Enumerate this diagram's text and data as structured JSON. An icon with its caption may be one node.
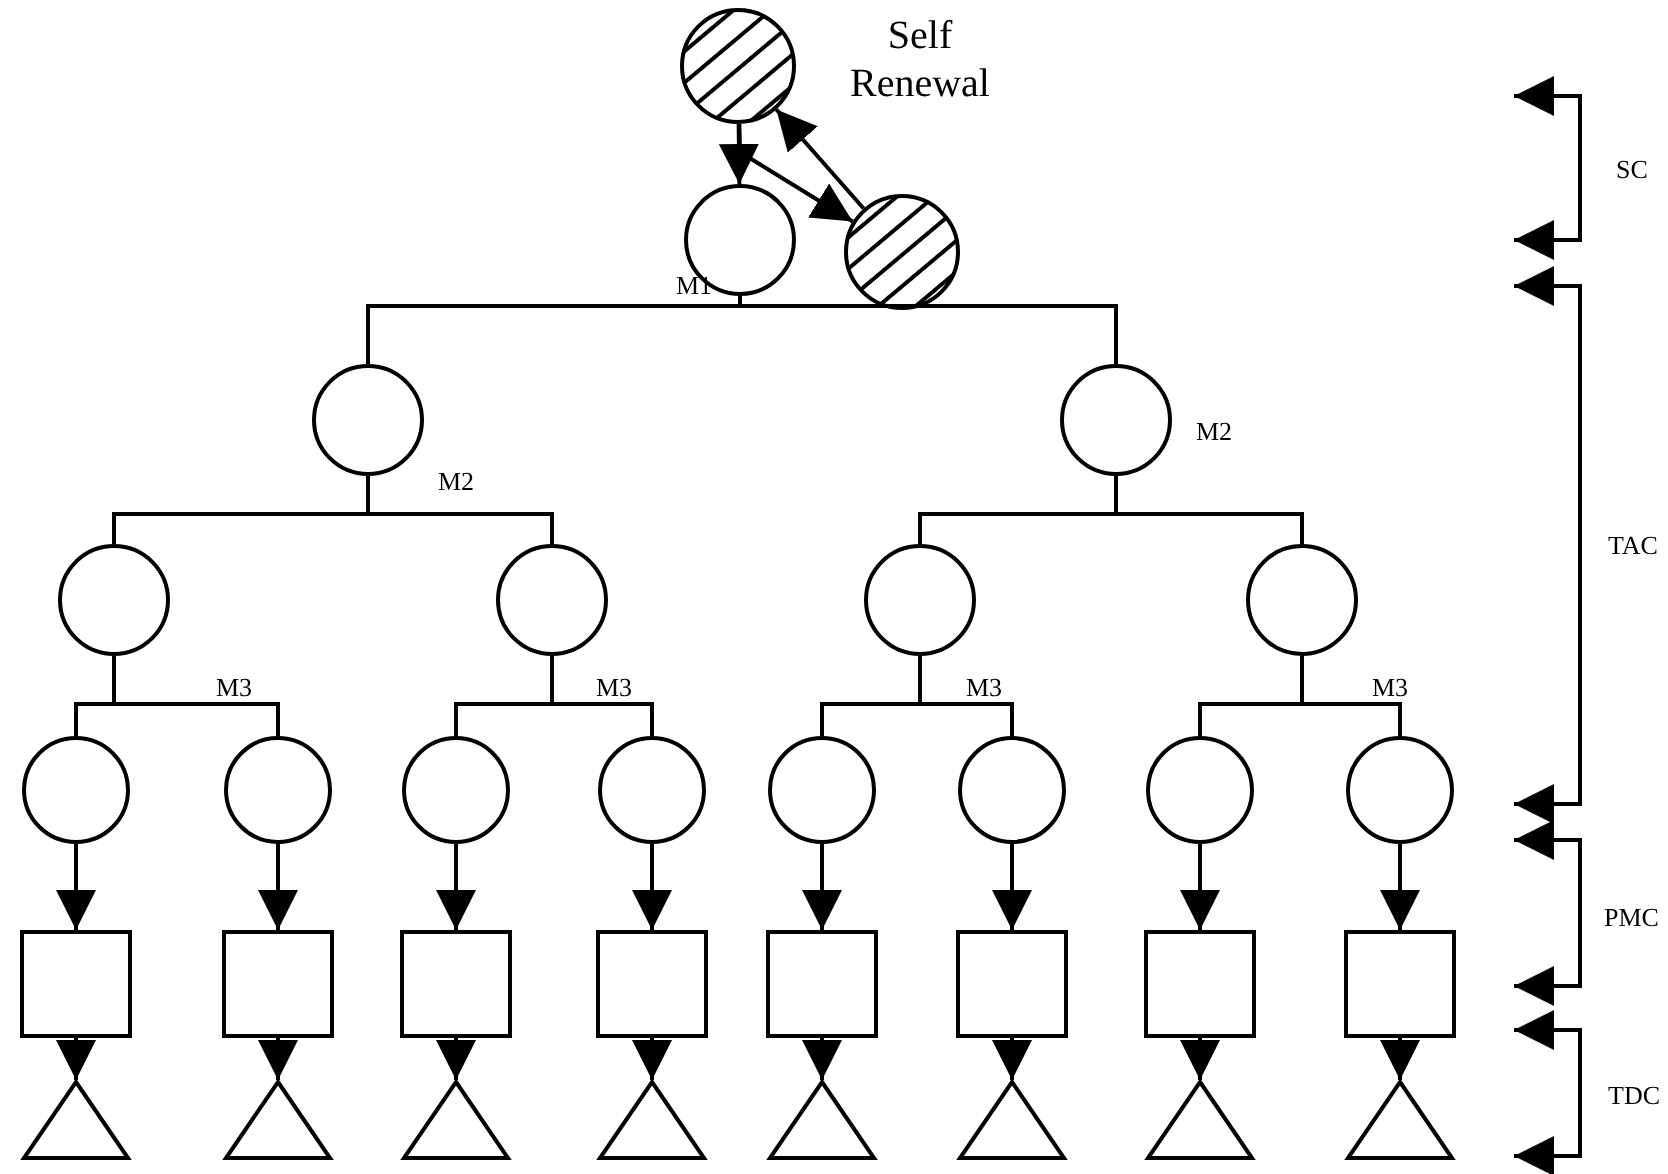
{
  "diagram": {
    "nodes": [
      {
        "text": [],
        "shape": "circle"
      },
      {
        "text": [],
        "shape": "circle"
      },
      {
        "text": [],
        "shape": "circle"
      },
      {
        "text": [],
        "shape": "circle"
      },
      {
        "text": [],
        "shape": "circle"
      },
      {
        "text": [],
        "shape": "circle"
      },
      {
        "text": [],
        "shape": "circle"
      },
      {
        "text": [],
        "shape": "circle"
      },
      {
        "text": [],
        "shape": "circle"
      },
      {
        "text": [],
        "shape": "circle"
      },
      {
        "text": [],
        "shape": "circle"
      },
      {
        "text": [],
        "shape": "circle"
      },
      {
        "text": [],
        "shape": "circle"
      },
      {
        "text": [],
        "shape": "circle"
      },
      {
        "text": [],
        "shape": "circle"
      },
      {
        "text": [],
        "shape": "circle"
      },
      {
        "text": [],
        "shape": "circle"
      },
      {
        "text": [],
        "shape": "box"
      },
      {
        "text": [],
        "shape": "box"
      },
      {
        "text": [],
        "shape": "box"
      },
      {
        "text": [],
        "shape": "box"
      },
      {
        "text": [],
        "shape": "box"
      },
      {
        "text": [],
        "shape": "box"
      },
      {
        "text": [],
        "shape": "box"
      },
      {
        "text": [],
        "shape": "box"
      },
      {
        "text": [],
        "shape": "triangle"
      },
      {
        "text": [],
        "shape": "triangle"
      },
      {
        "text": [],
        "shape": "triangle"
      },
      {
        "text": [],
        "shape": "triangle"
      },
      {
        "text": [],
        "shape": "triangle"
      },
      {
        "text": [],
        "shape": "triangle"
      },
      {
        "text": [],
        "shape": "triangle"
      },
      {
        "text": [],
        "shape": "triangle"
      }
    ],
    "edges": [
      {
        "from": 0,
        "to": 2,
        "arrow": "to"
      },
      {
        "from": 0,
        "to": 1,
        "arrow": "to"
      },
      {
        "from": 1,
        "to": 0,
        "arrow": "to"
      },
      {
        "from": 2,
        "to": 3,
        "arrow": "none"
      },
      {
        "from": 2,
        "to": 4,
        "arrow": "none"
      },
      {
        "from": 3,
        "to": 5,
        "arrow": "none"
      },
      {
        "from": 3,
        "to": 6,
        "arrow": "none"
      },
      {
        "from": 4,
        "to": 7,
        "arrow": "none"
      },
      {
        "from": 4,
        "to": 8,
        "arrow": "none"
      },
      {
        "from": 5,
        "to": 9,
        "arrow": "none"
      },
      {
        "from": 5,
        "to": 10,
        "arrow": "none"
      },
      {
        "from": 6,
        "to": 11,
        "arrow": "none"
      },
      {
        "from": 6,
        "to": 12,
        "arrow": "none"
      },
      {
        "from": 7,
        "to": 13,
        "arrow": "none"
      },
      {
        "from": 7,
        "to": 14,
        "arrow": "none"
      },
      {
        "from": 8,
        "to": 15,
        "arrow": "none"
      },
      {
        "from": 8,
        "to": 16,
        "arrow": "none"
      },
      {
        "from": 9,
        "to": 17,
        "arrow": "to"
      },
      {
        "from": 10,
        "to": 18,
        "arrow": "to"
      },
      {
        "from": 11,
        "to": 19,
        "arrow": "to"
      },
      {
        "from": 12,
        "to": 20,
        "arrow": "to"
      },
      {
        "from": 13,
        "to": 21,
        "arrow": "to"
      },
      {
        "from": 14,
        "to": 22,
        "arrow": "to"
      },
      {
        "from": 15,
        "to": 23,
        "arrow": "to"
      },
      {
        "from": 16,
        "to": 24,
        "arrow": "to"
      },
      {
        "from": 17,
        "to": 25,
        "arrow": "to"
      },
      {
        "from": 18,
        "to": 26,
        "arrow": "to"
      },
      {
        "from": 19,
        "to": 27,
        "arrow": "to"
      },
      {
        "from": 20,
        "to": 28,
        "arrow": "to"
      },
      {
        "from": 21,
        "to": 29,
        "arrow": "to"
      },
      {
        "from": 22,
        "to": 30,
        "arrow": "to"
      },
      {
        "from": 23,
        "to": 31,
        "arrow": "to"
      },
      {
        "from": 24,
        "to": 32,
        "arrow": "to"
      }
    ],
    "labels": [
      "Self Renewal",
      "M1",
      "M2",
      "M2",
      "M3",
      "M3",
      "M3",
      "M3",
      "SC",
      "TAC",
      "PMC",
      "TDC"
    ]
  }
}
